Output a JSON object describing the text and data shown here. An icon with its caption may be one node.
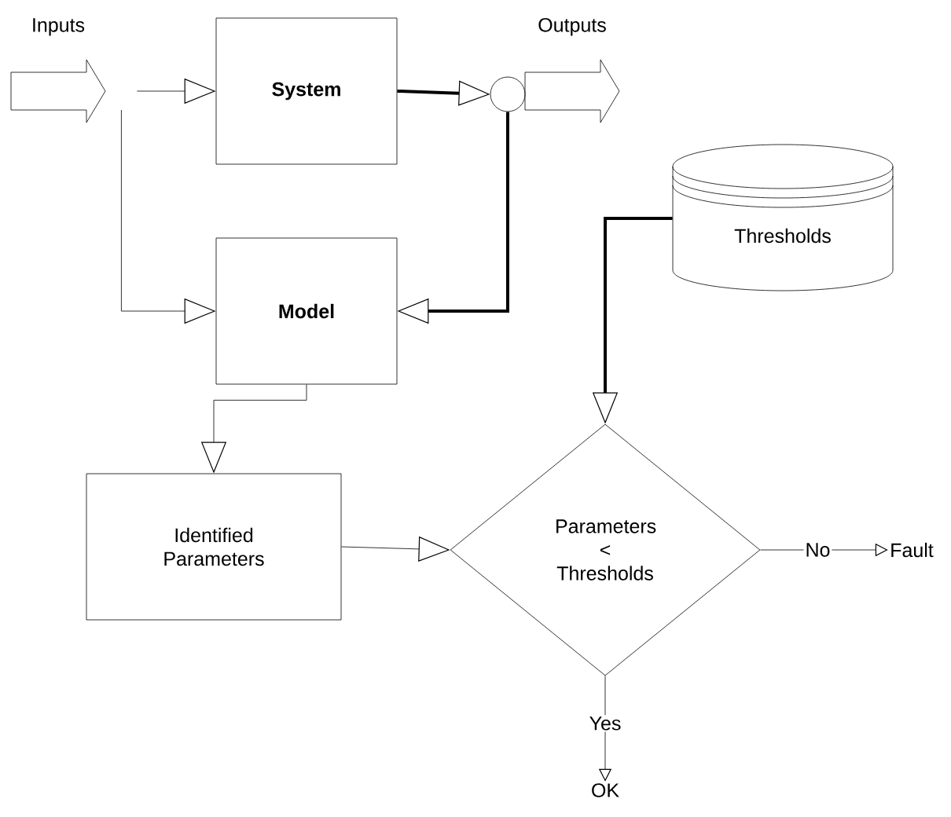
{
  "diagram": {
    "nodes": [
      {
        "text": [
          "Inputs"
        ]
      },
      {
        "text": [
          "System"
        ]
      },
      {
        "text": [
          "Model"
        ]
      },
      {
        "text": [],
        "shape": "circle"
      },
      {
        "text": [
          "Outputs"
        ]
      },
      {
        "text": [
          "Thresholds"
        ]
      },
      {
        "text": [
          "Identified Parameters"
        ]
      },
      {
        "text": [
          "Parameters < Thresholds"
        ]
      },
      {
        "text": [
          "Fault"
        ]
      },
      {
        "text": [
          "OK"
        ]
      }
    ],
    "edges": [
      {
        "from": 0,
        "to": 1,
        "arrow": "to"
      },
      {
        "from": 0,
        "to": 2,
        "arrow": "to"
      },
      {
        "from": 1,
        "to": 3,
        "arrow": "to",
        "style": "thick"
      },
      {
        "from": 3,
        "to": 2,
        "arrow": "to",
        "style": "thick"
      },
      {
        "from": 2,
        "to": 6,
        "arrow": "to"
      },
      {
        "from": 5,
        "to": 7,
        "arrow": "to",
        "style": "thick"
      },
      {
        "from": 6,
        "to": 7,
        "arrow": "to"
      },
      {
        "from": 7,
        "to": 8,
        "arrow": "to",
        "label": "No"
      },
      {
        "from": 7,
        "to": 9,
        "arrow": "to",
        "label": "Yes"
      }
    ]
  }
}
